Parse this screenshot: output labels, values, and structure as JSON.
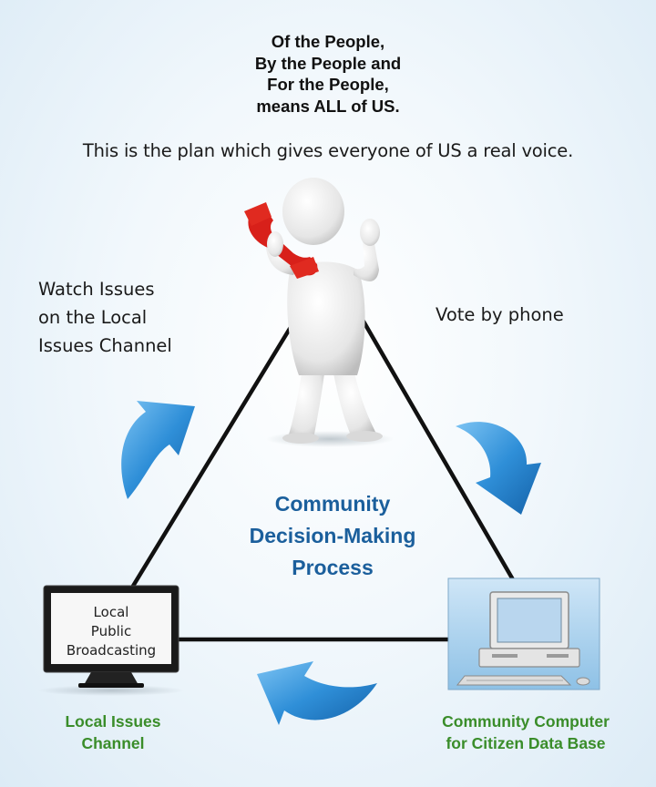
{
  "headline": [
    "Of the People,",
    "By the People and",
    "For the People,",
    "means ALL of US."
  ],
  "subtitle": "This is the plan which gives everyone of US a real voice.",
  "left_label": [
    "Watch Issues",
    "on the Local",
    "Issues Channel"
  ],
  "right_label": "Vote by phone",
  "center_label": [
    "Community",
    "Decision-Making",
    "Process"
  ],
  "tv_screen_text": [
    "Local",
    "Public",
    "Broadcasting"
  ],
  "bottom_left_label": [
    "Local Issues",
    "Channel"
  ],
  "bottom_right_label": [
    "Community Computer",
    "for Citizen Data Base"
  ],
  "icons": {
    "person": "person-on-phone-icon",
    "tv": "television-icon",
    "computer": "desktop-computer-icon"
  },
  "colors": {
    "accent_blue": "#1b5f9c",
    "accent_green": "#3a8d2a",
    "arrow_blue": "#2e8fd6",
    "phone_red": "#d8201a"
  }
}
